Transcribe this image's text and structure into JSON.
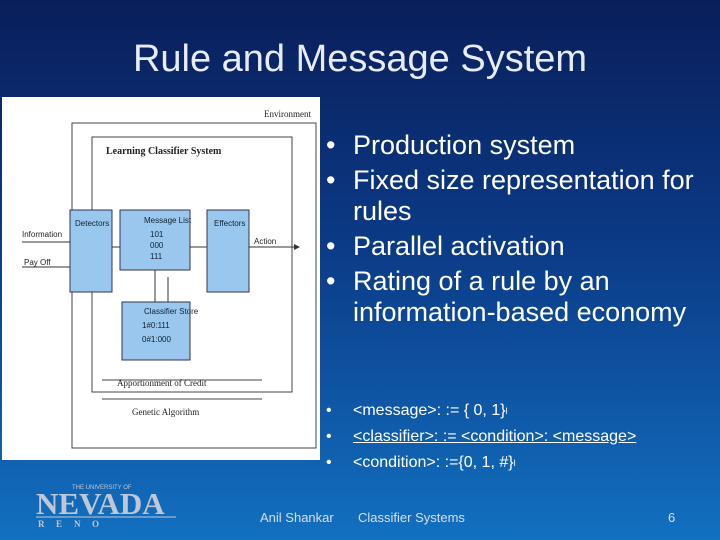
{
  "slide": {
    "title": "Rule and Message System",
    "bullets": [
      "Production system",
      "Fixed size representation for rules",
      "Parallel activation",
      "Rating of a rule by an information-based economy"
    ],
    "sub_bullets": [
      "<message>: := { 0, 1} ",
      "<classifier>: := <condition>: <message>",
      "<condition>: :={0, 1, #}"
    ],
    "bullet_marker": "•",
    "superscript_mark": "l"
  },
  "diagram": {
    "environment_label": "Environment",
    "lcs_title": "Learning Classifier System",
    "detectors_label": "Detectors",
    "message_list_label": "Message List",
    "message_list_values": [
      "101",
      "000",
      "111"
    ],
    "effectors_label": "Effectors",
    "classifier_store_label": "Classifier Store",
    "classifier_store_values": [
      "1#0:111",
      "0#1:000"
    ],
    "information_label": "Information",
    "payoff_label": "Pay Off",
    "action_label": "Action",
    "apportionment_label": "Apportionment of Credit",
    "ga_label": "Genetic Algorithm"
  },
  "logo": {
    "top_text": "THE UNIVERSITY OF",
    "main_text": "NEVADA",
    "letters": [
      "R",
      "E",
      "N",
      "O"
    ]
  },
  "footer": {
    "author": "Anil Shankar",
    "course": "Classifier Systems",
    "page": "6"
  },
  "colors": {
    "box_fill": "#99c7ee",
    "logo_text": "#c0c7d4"
  }
}
